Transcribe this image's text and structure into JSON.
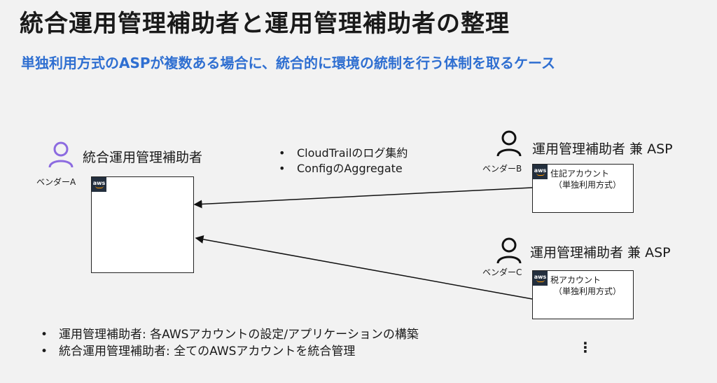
{
  "title": "統合運用管理補助者と運用管理補助者の整理",
  "subtitle": "単独利用方式のASPが複数ある場合に、統合的に環境の統制を行う体制を取るケース",
  "colors": {
    "subtitle": "#2f6fd1",
    "person_integrated": "#8c6be0",
    "person_vendor": "#111111",
    "aws_badge": "#232f3e"
  },
  "integrated": {
    "role": "統合運用管理補助者",
    "vendor": "ベンダーA",
    "aws_badge": "aws"
  },
  "center_bullets": [
    "CloudTrailのログ集約",
    "ConfigのAggregate"
  ],
  "asp_b": {
    "role": "運用管理補助者 兼 ASP",
    "vendor": "ベンダーB",
    "aws_badge": "aws",
    "account_name": "住記アカウント",
    "account_type": "（単独利用方式）"
  },
  "asp_c": {
    "role": "運用管理補助者 兼 ASP",
    "vendor": "ベンダーC",
    "aws_badge": "aws",
    "account_name": "税アカウント",
    "account_type": "（単独利用方式）"
  },
  "bottom_bullets": [
    "運用管理補助者: 各AWSアカウントの設定/アプリケーションの構築",
    "統合運用管理補助者: 全てのAWSアカウントを統合管理"
  ],
  "ellipsis": "⋮",
  "icons": [
    "person-icon",
    "aws-logo-icon",
    "arrow-icon"
  ]
}
